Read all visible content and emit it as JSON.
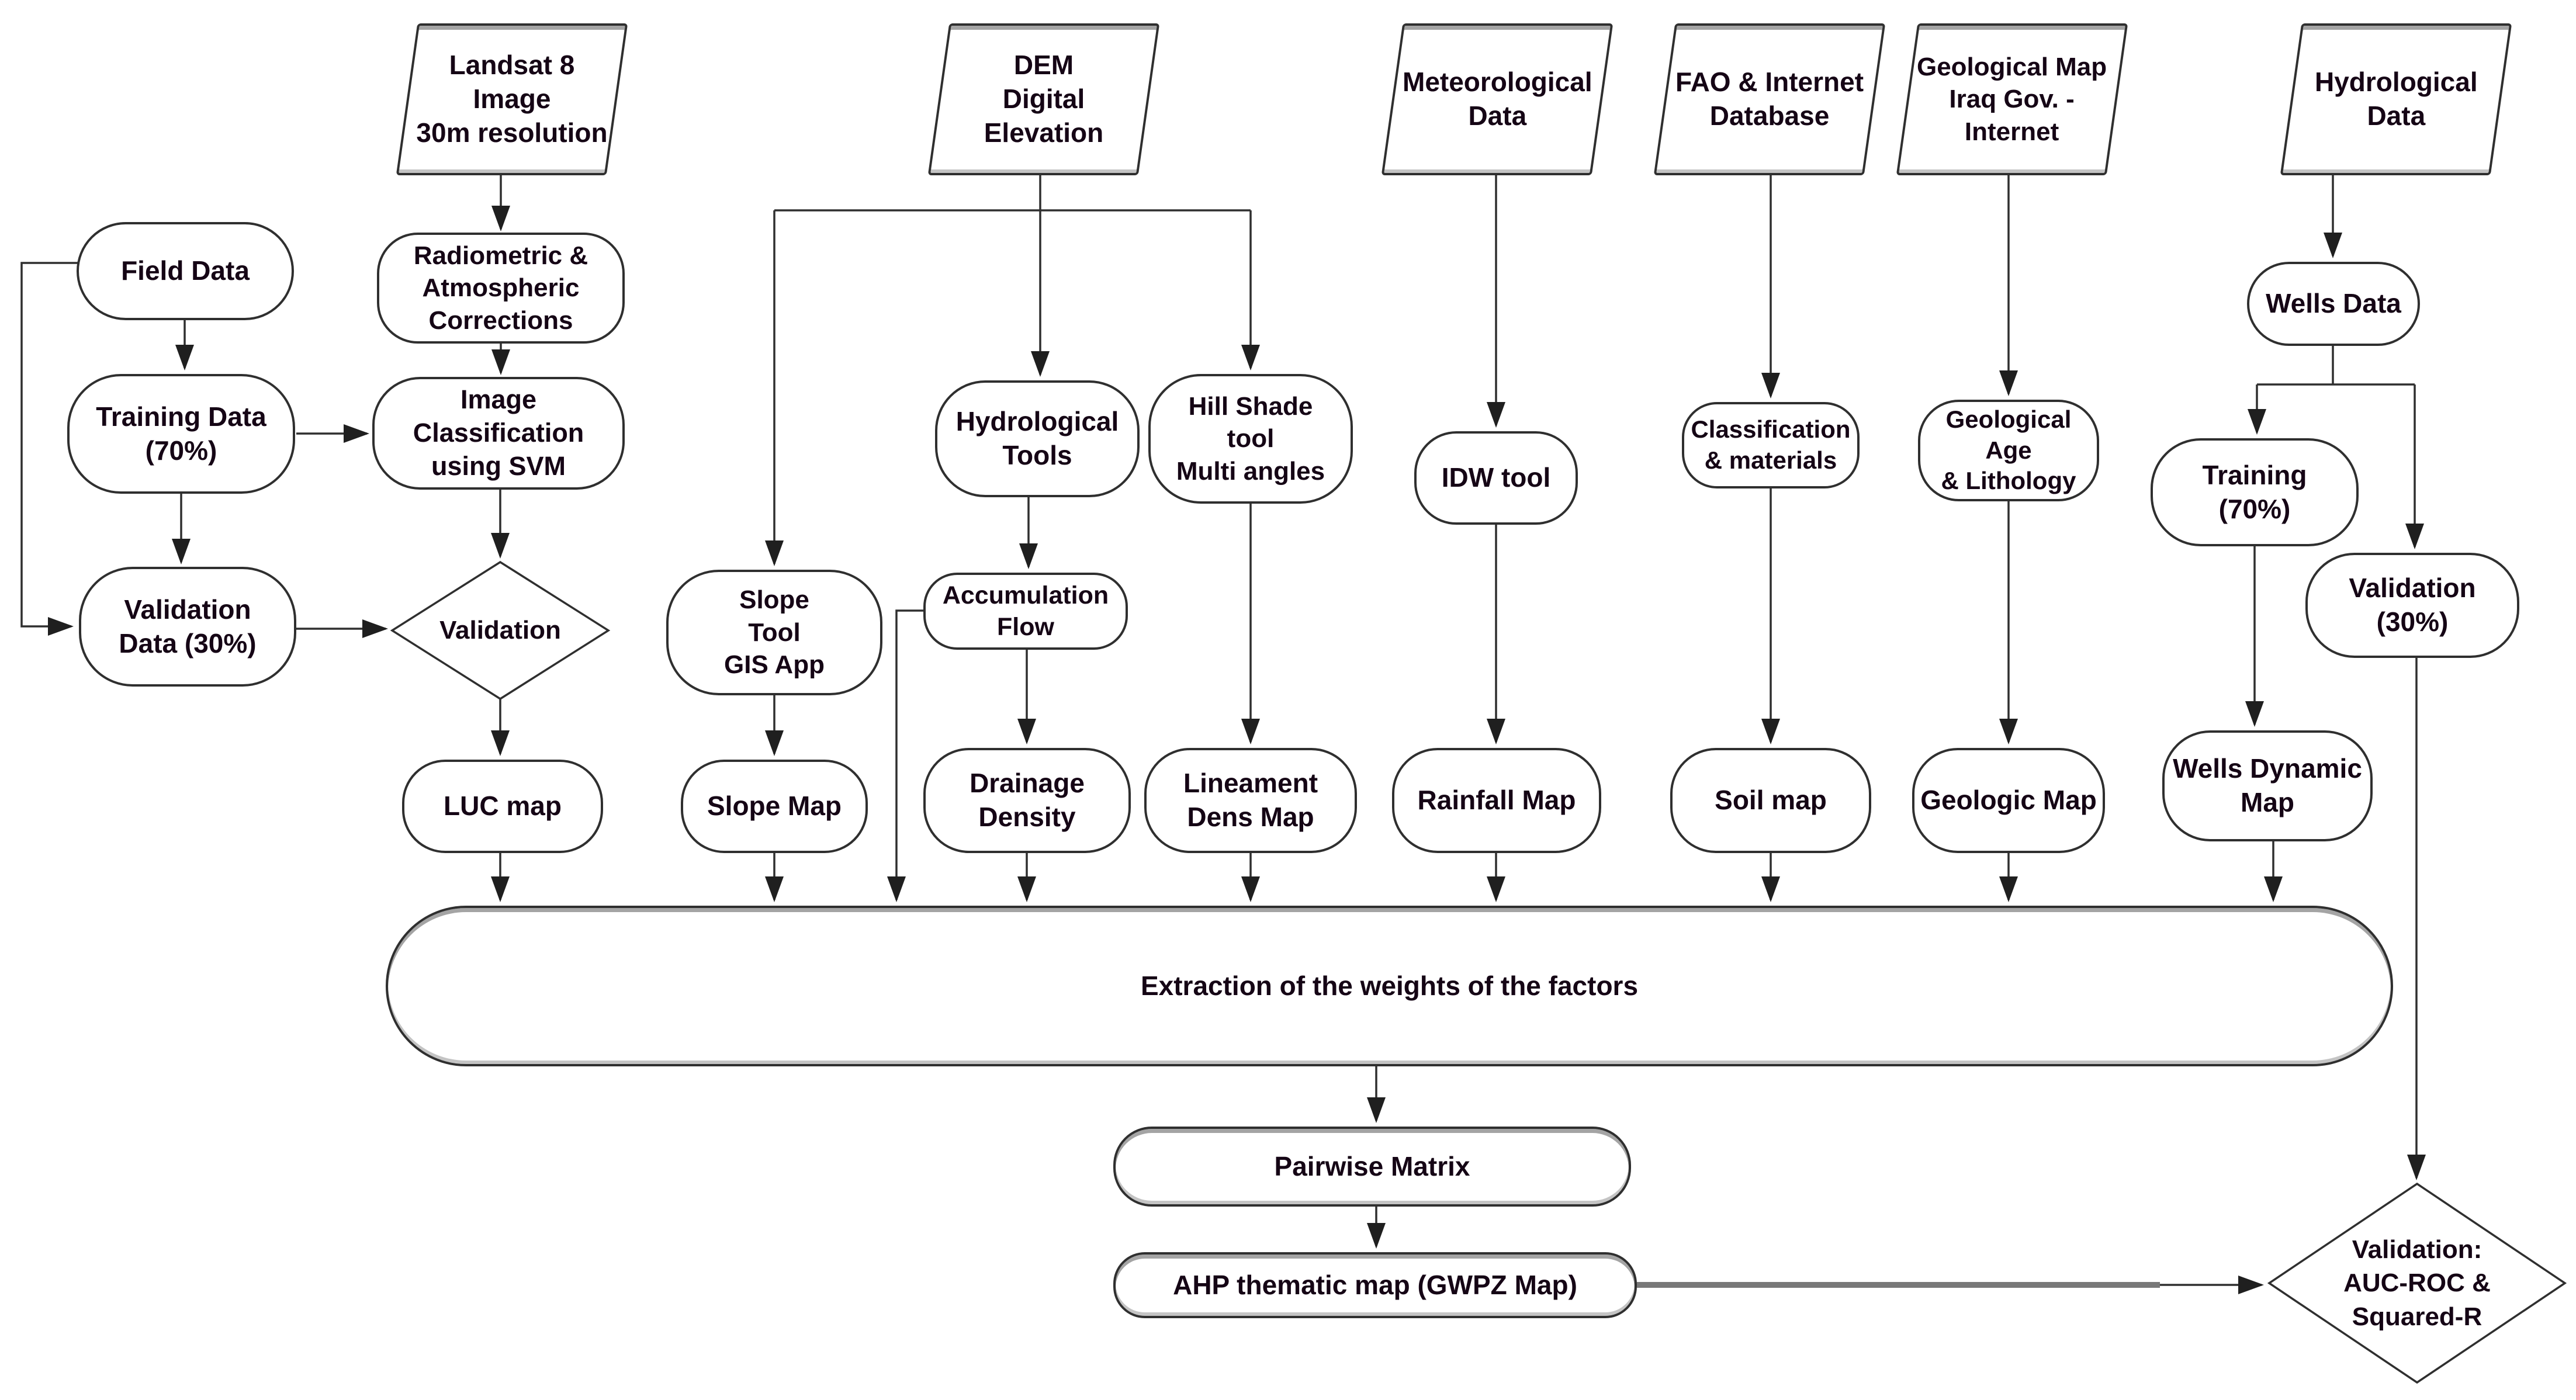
{
  "diagram_type": "methodology-flowchart",
  "colors": {
    "background": "#ffffff",
    "node_fill": "#ffffff",
    "stroke": "#2f2f2f",
    "text": "#150515",
    "thick_edge_gray": "#7d7d7d"
  },
  "nodes": {
    "landsat": {
      "label": "Landsat 8 Image\n30m resolution",
      "shape": "parallelogram"
    },
    "field_data": {
      "label": "Field Data",
      "shape": "rounded"
    },
    "radiometric": {
      "label": "Radiometric &\nAtmospheric\nCorrections",
      "shape": "rounded"
    },
    "training_data": {
      "label": "Training Data\n(70%)",
      "shape": "rounded"
    },
    "image_classification": {
      "label": "Image Classification\nusing SVM",
      "shape": "rounded"
    },
    "validation_data": {
      "label": "Validation\nData (30%)",
      "shape": "rounded"
    },
    "validation_decision": {
      "label": "Validation",
      "shape": "diamond"
    },
    "luc_map": {
      "label": "LUC map",
      "shape": "rounded"
    },
    "dem": {
      "label": "DEM\nDigital Elevation",
      "shape": "parallelogram"
    },
    "slope_tool": {
      "label": "Slope\nTool\nGIS App",
      "shape": "rounded"
    },
    "hydrological_tools": {
      "label": "Hydrological\nTools",
      "shape": "rounded"
    },
    "hill_shade": {
      "label": "Hill Shade\ntool\nMulti angles",
      "shape": "rounded"
    },
    "accumulation_flow": {
      "label": "Accumulation\nFlow",
      "shape": "rounded"
    },
    "slope_map": {
      "label": "Slope Map",
      "shape": "rounded"
    },
    "drainage_density": {
      "label": "Drainage\nDensity",
      "shape": "rounded"
    },
    "lineament_dens_map": {
      "label": "Lineament\nDens Map",
      "shape": "rounded"
    },
    "meteorological_data": {
      "label": "Meteorological\nData",
      "shape": "parallelogram"
    },
    "idw_tool": {
      "label": "IDW tool",
      "shape": "rounded"
    },
    "rainfall_map": {
      "label": "Rainfall Map",
      "shape": "rounded"
    },
    "fao_database": {
      "label": "FAO & Internet\nDatabase",
      "shape": "parallelogram"
    },
    "classification_materials": {
      "label": "Classification\n& materials",
      "shape": "rounded"
    },
    "soil_map": {
      "label": "Soil map",
      "shape": "rounded"
    },
    "geological_map_iraq": {
      "label": "Geological Map\nIraq Gov. -\nInternet",
      "shape": "parallelogram"
    },
    "geological_age": {
      "label": "Geological Age\n& Lithology",
      "shape": "rounded"
    },
    "geologic_map": {
      "label": "Geologic Map",
      "shape": "rounded"
    },
    "hydrological_data": {
      "label": "Hydrological\nData",
      "shape": "parallelogram"
    },
    "wells_data": {
      "label": "Wells Data",
      "shape": "rounded"
    },
    "wells_training": {
      "label": "Training\n(70%)",
      "shape": "rounded"
    },
    "wells_validation": {
      "label": "Validation\n(30%)",
      "shape": "rounded"
    },
    "wells_dynamic_map": {
      "label": "Wells Dynamic\nMap",
      "shape": "rounded"
    },
    "extraction": {
      "label": "Extraction of the weights of the factors",
      "shape": "rounded-bar"
    },
    "pairwise_matrix": {
      "label": "Pairwise Matrix",
      "shape": "rounded"
    },
    "ahp_map": {
      "label": "AHP thematic map (GWPZ Map)",
      "shape": "rounded"
    },
    "validation_auc": {
      "label": "Validation:\nAUC-ROC &\nSquared-R",
      "shape": "diamond"
    }
  }
}
